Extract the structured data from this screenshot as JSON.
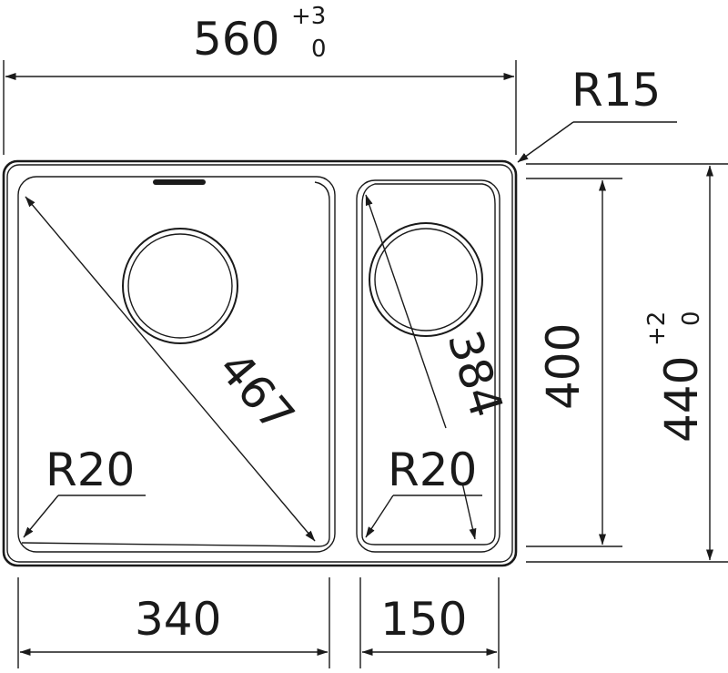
{
  "dimensions": {
    "overall_width": {
      "value": "560",
      "tol_upper": "+3",
      "tol_lower": "0"
    },
    "corner_radius_outer": "R15",
    "overall_height": {
      "value": "440",
      "tol_upper": "+2",
      "tol_lower": "0"
    },
    "bowl_height": "400",
    "large_bowl_diagonal": "467",
    "small_bowl_diagonal": "384",
    "large_bowl_radius": "R20",
    "small_bowl_radius": "R20",
    "large_bowl_width": "340",
    "small_bowl_width": "150"
  },
  "colors": {
    "stroke": "#1a1a1a",
    "background": "#ffffff"
  }
}
